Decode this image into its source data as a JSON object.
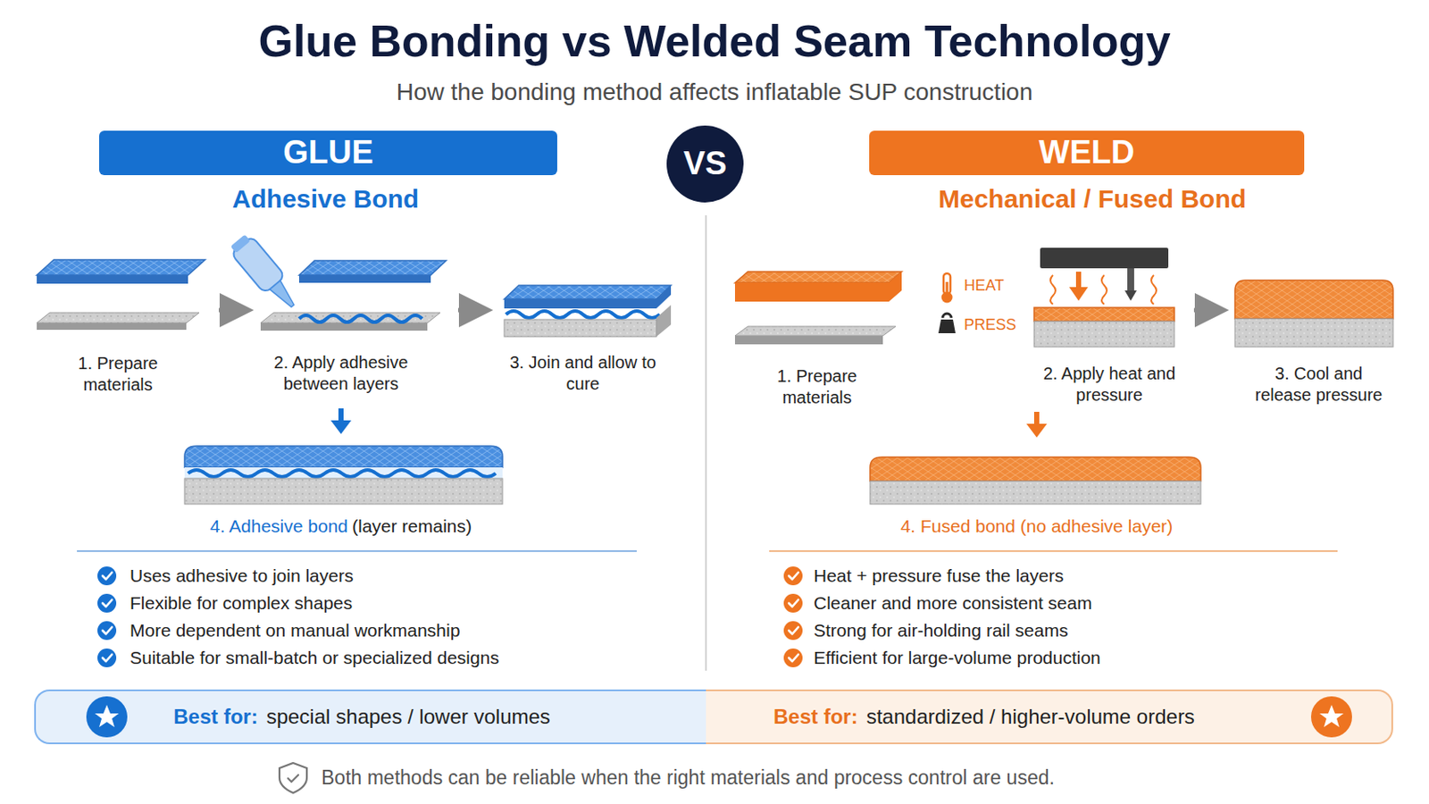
{
  "diagram": {
    "title": "Glue Bonding vs Welded Seam Technology",
    "caption": "Both methods can be reliable when the right materials and process control are used.",
    "nodes": [
      {
        "text": [
          "GLUE"
        ]
      },
      {
        "text": [
          "VS"
        ]
      },
      {
        "text": [
          "WELD"
        ]
      },
      {
        "text": [
          "Best for:",
          "special shapes / lower volumes"
        ]
      },
      {
        "text": [
          "Best for:",
          "standardized / higher-volume orders"
        ]
      }
    ],
    "labels": [
      "How the bonding method affects inflatable SUP construction",
      "Adhesive Bond",
      "1. Prepare materials",
      "2. Apply adhesive between layers",
      "3. Join and allow to cure",
      "4. Adhesive bond",
      "(layer remains)",
      "Uses adhesive to join layers",
      "Flexible for complex shapes",
      "More dependent on manual workmanship",
      "Suitable for small-batch or specialized designs",
      "Mechanical / Fused Bond",
      "1. Prepare materials",
      "HEAT",
      "PRESS",
      "2. Apply heat and pressure",
      "3. Cool and release pressure",
      "4. Fused bond (no adhesive layer)",
      "Heat + pressure fuse the layers",
      "Cleaner and more consistent seam",
      "Strong for air-holding rail seams",
      "Efficient for large-volume production"
    ]
  }
}
